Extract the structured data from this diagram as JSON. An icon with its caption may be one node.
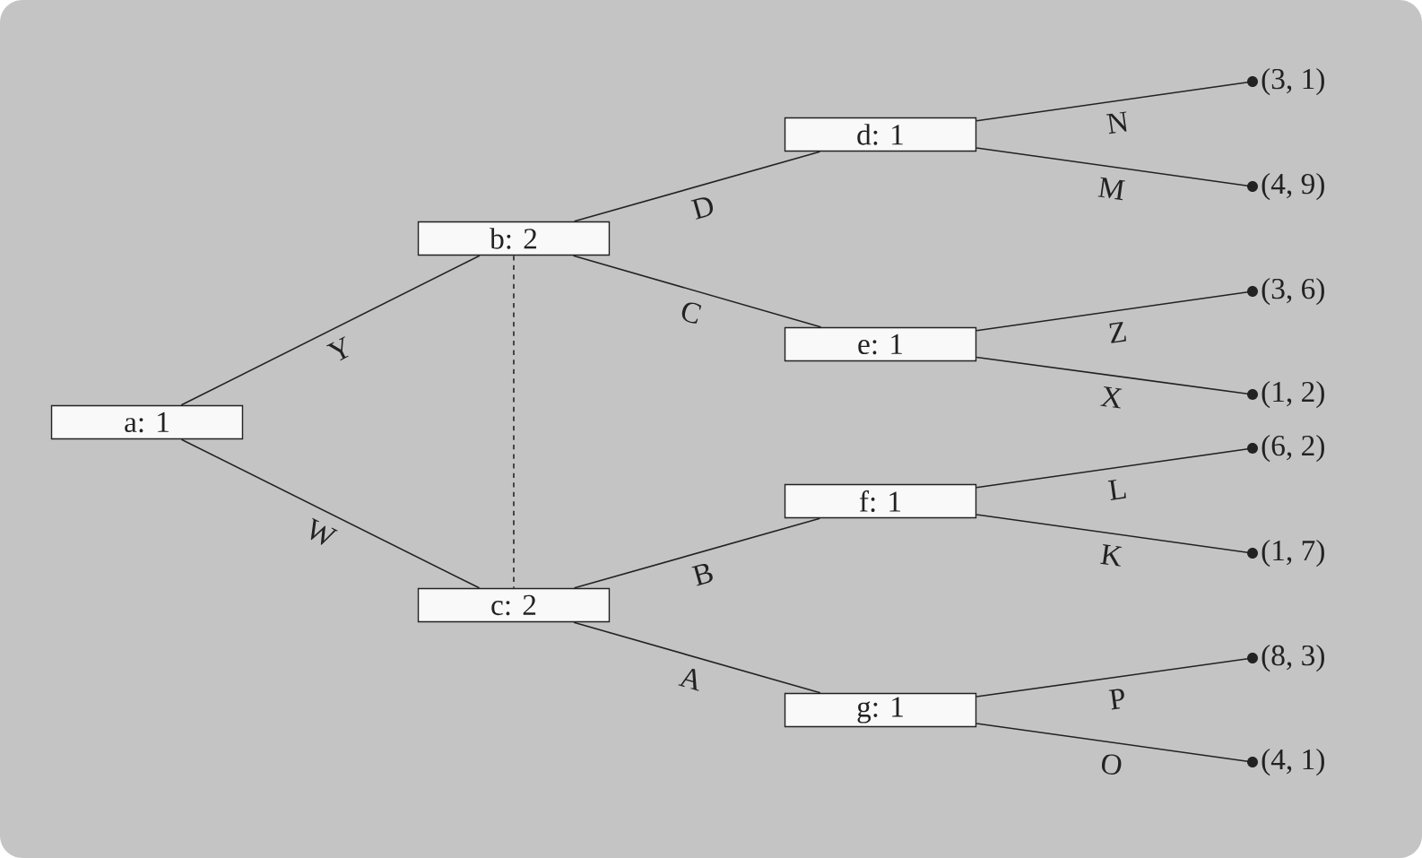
{
  "diagram": {
    "nodes": [
      {
        "text": [
          "a:  1"
        ]
      },
      {
        "text": [
          "b:  2"
        ]
      },
      {
        "text": [
          "c:  2"
        ]
      },
      {
        "text": [
          "d:  1"
        ]
      },
      {
        "text": [
          "e:  1"
        ]
      },
      {
        "text": [
          "f:  1"
        ]
      },
      {
        "text": [
          "g:  1"
        ]
      },
      {
        "text": [
          "(3, 1)"
        ]
      },
      {
        "text": [
          "(4, 9)"
        ]
      },
      {
        "text": [
          "(3, 6)"
        ]
      },
      {
        "text": [
          "(1, 2)"
        ]
      },
      {
        "text": [
          "(6, 2)"
        ]
      },
      {
        "text": [
          "(1, 7)"
        ]
      },
      {
        "text": [
          "(8, 3)"
        ]
      },
      {
        "text": [
          "(4, 1)"
        ]
      }
    ],
    "edges": [
      {
        "from": 0,
        "to": 1,
        "arrow": "none",
        "label": "Y"
      },
      {
        "from": 0,
        "to": 2,
        "arrow": "none",
        "label": "W"
      },
      {
        "from": 1,
        "to": 2,
        "arrow": "none",
        "style": "dashed"
      },
      {
        "from": 1,
        "to": 3,
        "arrow": "none",
        "label": "D"
      },
      {
        "from": 1,
        "to": 4,
        "arrow": "none",
        "label": "C"
      },
      {
        "from": 2,
        "to": 5,
        "arrow": "none",
        "label": "B"
      },
      {
        "from": 2,
        "to": 6,
        "arrow": "none",
        "label": "A"
      },
      {
        "from": 3,
        "to": 7,
        "arrow": "none",
        "label": "N"
      },
      {
        "from": 3,
        "to": 8,
        "arrow": "none",
        "label": "M"
      },
      {
        "from": 4,
        "to": 9,
        "arrow": "none",
        "label": "Z"
      },
      {
        "from": 4,
        "to": 10,
        "arrow": "none",
        "label": "X"
      },
      {
        "from": 5,
        "to": 11,
        "arrow": "none",
        "label": "L"
      },
      {
        "from": 5,
        "to": 12,
        "arrow": "none",
        "label": "K"
      },
      {
        "from": 6,
        "to": 13,
        "arrow": "none",
        "label": "P"
      },
      {
        "from": 6,
        "to": 14,
        "arrow": "none",
        "label": "O"
      }
    ]
  }
}
